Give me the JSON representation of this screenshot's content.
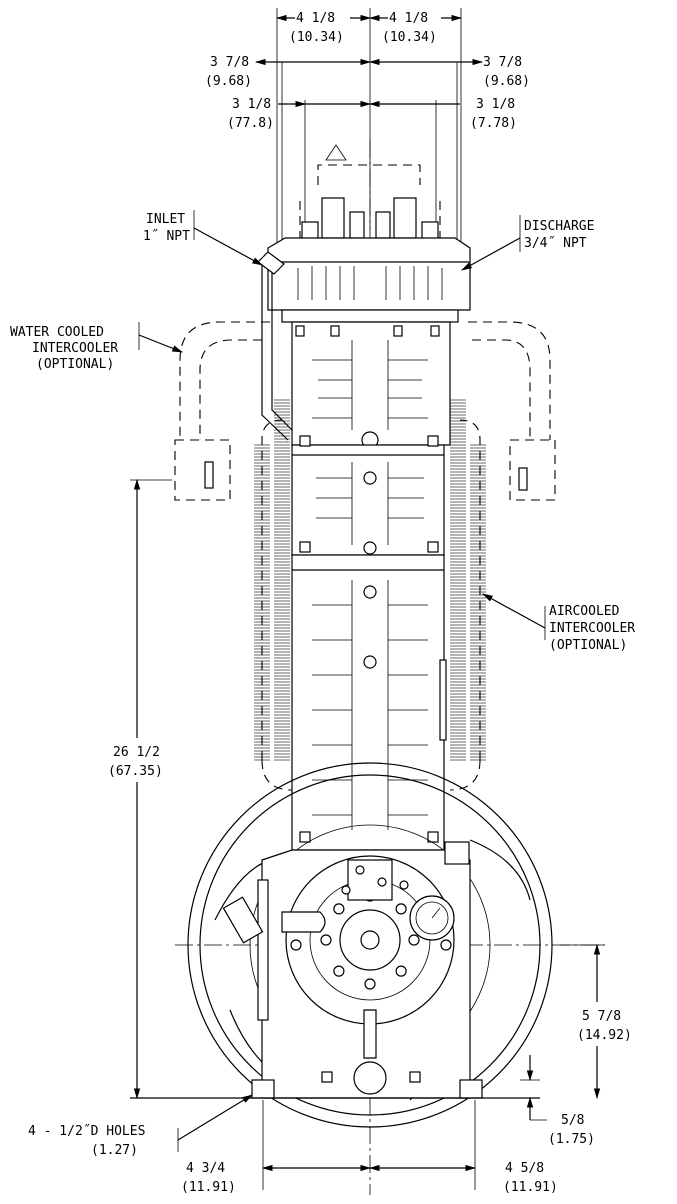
{
  "dimensions": {
    "top_left_4_1_8": {
      "value": "4 1/8",
      "metric": "(10.34)"
    },
    "top_right_4_1_8": {
      "value": "4 1/8",
      "metric": "(10.34)"
    },
    "left_3_7_8": {
      "value": "3 7/8",
      "metric": "(9.68)"
    },
    "right_3_7_8": {
      "value": "3 7/8",
      "metric": "(9.68)"
    },
    "left_3_1_8": {
      "value": "3 1/8",
      "metric": "(77.8)"
    },
    "right_3_1_8": {
      "value": "3 1/8",
      "metric": "(7.78)"
    },
    "height_26_1_2": {
      "value": "26 1/2",
      "metric": "(67.35)"
    },
    "height_5_7_8": {
      "value": "5 7/8",
      "metric": "(14.92)"
    },
    "height_5_8": {
      "value": "5/8",
      "metric": "(1.75)"
    },
    "holes": {
      "value": "4 - 1/2˝D HOLES",
      "metric": "(1.27)"
    },
    "bottom_4_3_4": {
      "value": "4 3/4",
      "metric": "(11.91)"
    },
    "bottom_4_5_8": {
      "value": "4 5/8",
      "metric": "(11.91)"
    }
  },
  "callouts": {
    "inlet": {
      "line1": "INLET",
      "line2": "1˝ NPT"
    },
    "discharge": {
      "line1": "DISCHARGE",
      "line2": "3/4˝ NPT"
    },
    "water_cooled": {
      "line1": "WATER COOLED",
      "line2": "INTERCOOLER",
      "line3": "(OPTIONAL)"
    },
    "aircooled": {
      "line1": "AIRCOOLED",
      "line2": "INTERCOOLER",
      "line3": "(OPTIONAL)"
    }
  }
}
